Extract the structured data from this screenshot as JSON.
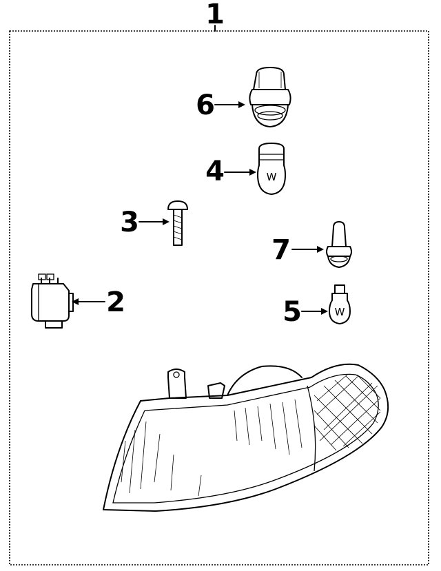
{
  "callouts": {
    "assembly": "1",
    "socket": "2",
    "screw": "3",
    "bulb_upper": "4",
    "bulb_lower": "5",
    "socket_upper": "6",
    "socket_lower": "7"
  },
  "bulb_marks": {
    "upper": "W",
    "lower": "W"
  }
}
